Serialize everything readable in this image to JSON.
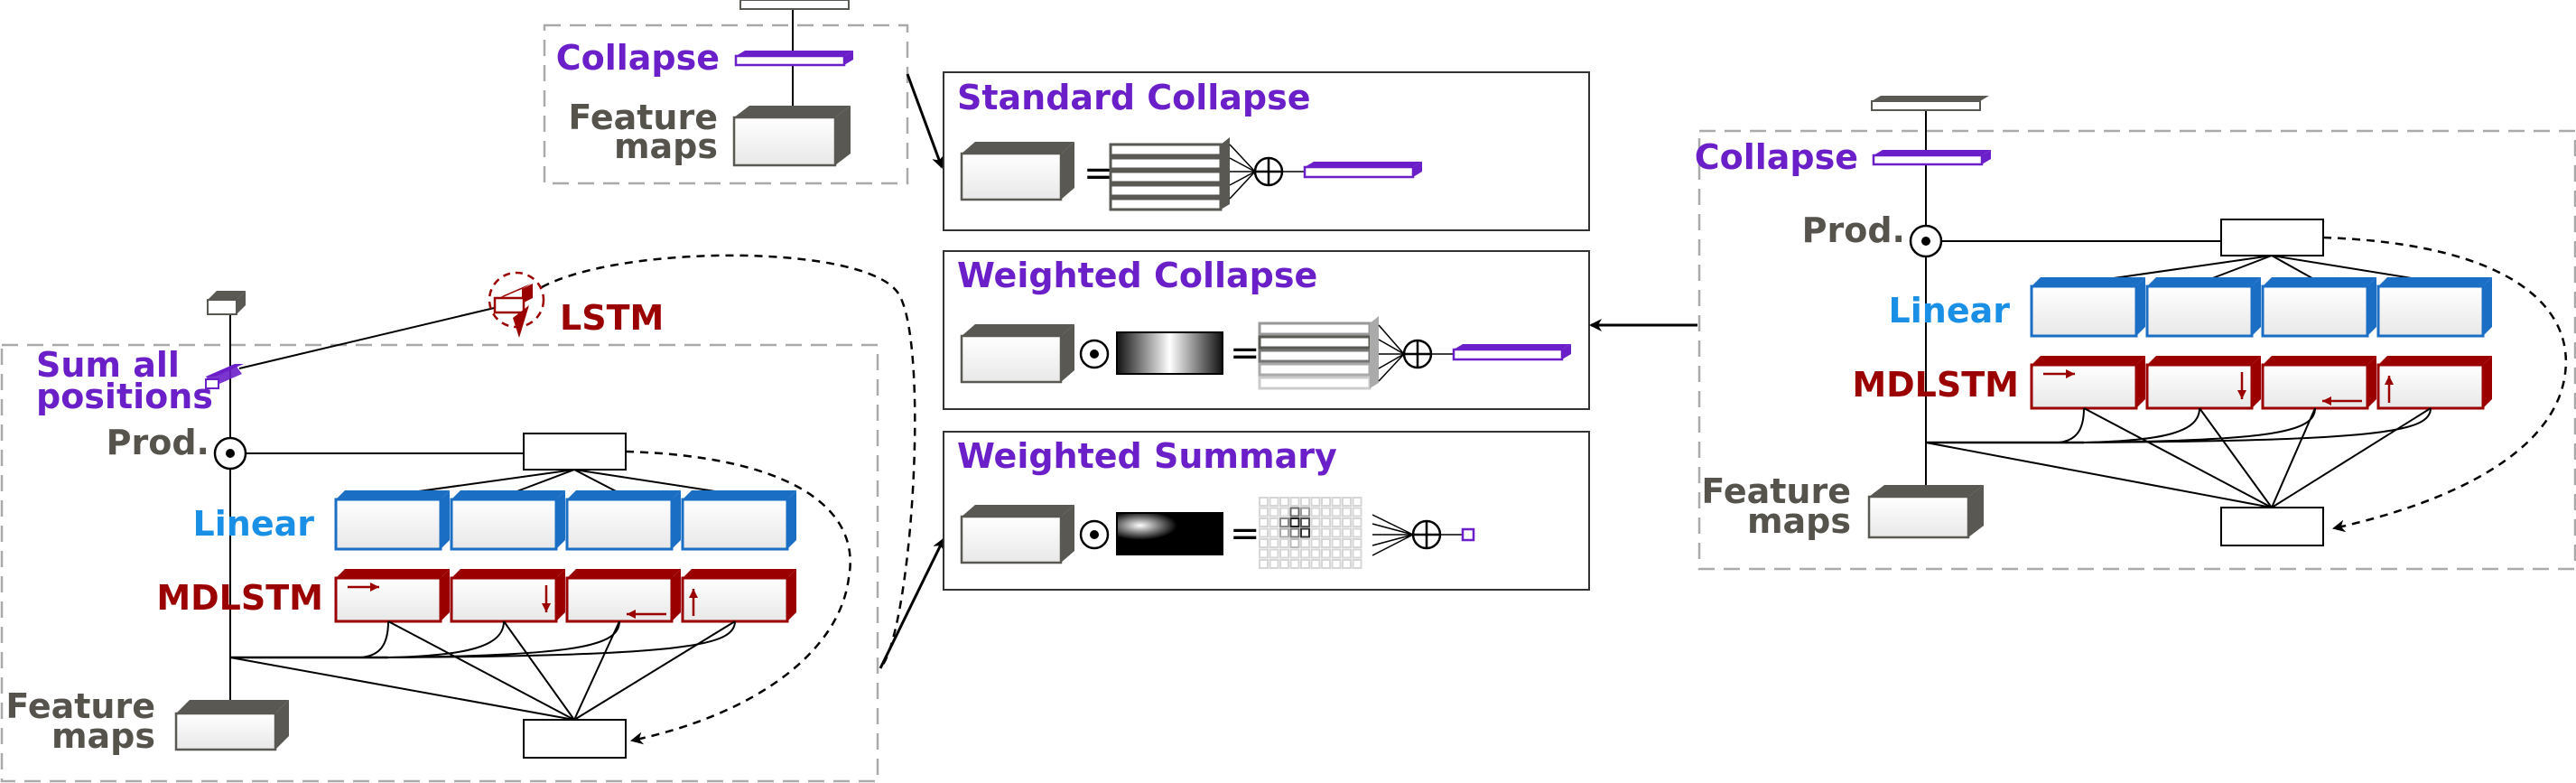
{
  "colors": {
    "purple": "#6a1fc9",
    "blue": "#1a8fe6",
    "red": "#9b0000",
    "gray_text": "#55534c",
    "box_dark": "#5a5852",
    "dash": "#aaaaaa"
  },
  "top_left": {
    "collapse": "Collapse",
    "feature_line1": "Feature",
    "feature_line2": "maps"
  },
  "left": {
    "sum_line1": "Sum all",
    "sum_line2": "positions",
    "prod": "Prod.",
    "linear": "Linear",
    "mdlstm": "MDLSTM",
    "lstm": "LSTM",
    "feature_line1": "Feature",
    "feature_line2": "maps"
  },
  "middle": {
    "standard_title": "Standard Collapse",
    "weighted_title": "Weighted Collapse",
    "summary_title": "Weighted Summary"
  },
  "right": {
    "collapse": "Collapse",
    "prod": "Prod.",
    "linear": "Linear",
    "mdlstm": "MDLSTM",
    "feature_line1": "Feature",
    "feature_line2": "maps"
  },
  "icons": [
    "odot-icon",
    "oplus-icon",
    "equals-icon"
  ]
}
